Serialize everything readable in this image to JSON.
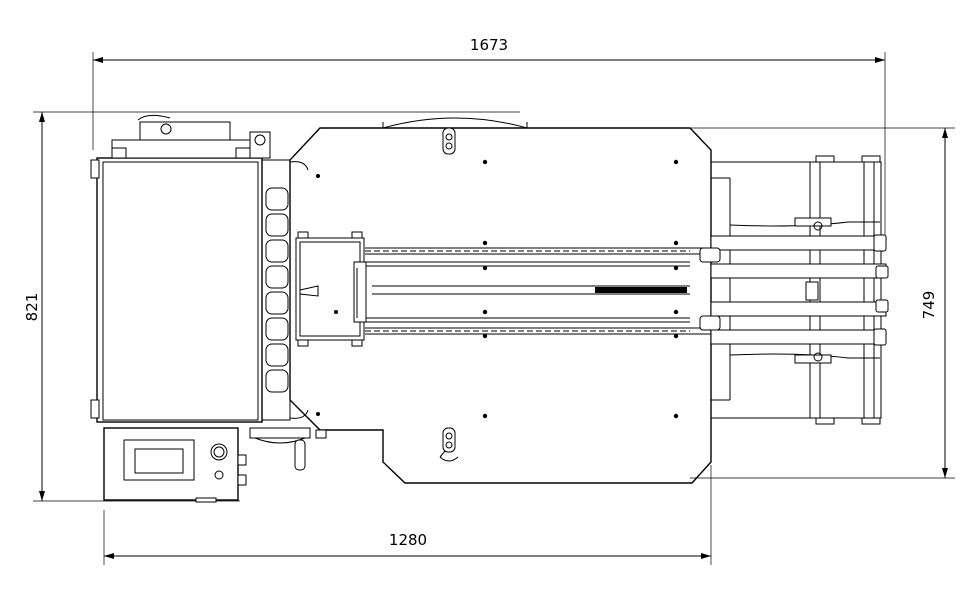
{
  "dimensions": {
    "overall_width": "1673",
    "overall_depth": "821",
    "base_width": "1280",
    "frame_depth": "749"
  },
  "colors": {
    "line": "#000000",
    "background": "#ffffff"
  }
}
